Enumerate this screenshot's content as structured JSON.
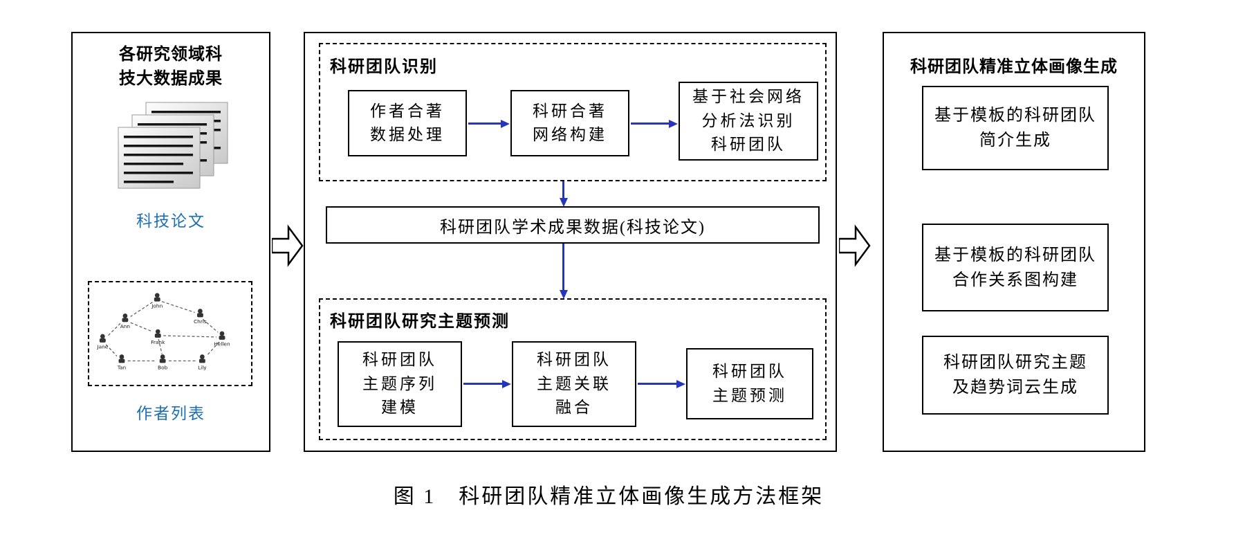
{
  "caption": "图 1　科研团队精准立体画像生成方法框架",
  "left_panel": {
    "title": "各研究领域科\n技大数据成果",
    "papers_label": "科技论文",
    "authors_label": "作者列表",
    "network_nodes": [
      "John",
      "Ann",
      "Chris",
      "Jane",
      "Frank",
      "Hellen",
      "Tan",
      "Bob",
      "Lily"
    ]
  },
  "middle_panel": {
    "identification": {
      "title": "科研团队识别",
      "steps": [
        "作者合著\n数据处理",
        "科研合著\n网络构建",
        "基于社会网络\n分析法识别\n科研团队"
      ]
    },
    "data_bar": "科研团队学术成果数据(科技论文)",
    "prediction": {
      "title": "科研团队研究主题预测",
      "steps": [
        "科研团队\n主题序列\n建模",
        "科研团队\n主题关联\n融合",
        "科研团队\n主题预测"
      ]
    }
  },
  "right_panel": {
    "title": "科研团队精准立体画像生成",
    "outputs": [
      "基于模板的科研团队\n简介生成",
      "基于模板的科研团队\n合作关系图构建",
      "科研团队研究主题\n及趋势词云生成"
    ]
  },
  "colors": {
    "arrow_blue": "#2636b8",
    "label_blue": "#1c6fb2"
  }
}
